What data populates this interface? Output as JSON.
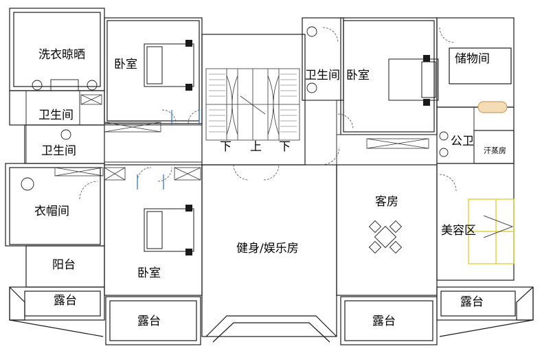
{
  "rooms": {
    "laundry": "洗衣晾晒",
    "bedroom_nw": "卧室",
    "bath_1": "卫生间",
    "bath_2": "卫生间",
    "bath_3": "卫生间",
    "bedroom_ne": "卧室",
    "storage": "储物间",
    "public_bath": "公卫",
    "sauna": "汗蒸房",
    "cloakroom": "衣帽间",
    "guest_room": "客房",
    "gym": "健身/娱乐房",
    "beauty": "美容区",
    "balcony": "阳台",
    "bedroom_sw": "卧室",
    "terrace_1": "露台",
    "terrace_2": "露台",
    "terrace_3": "露台",
    "terrace_4": "露台"
  },
  "stairs": {
    "down_left": "下",
    "up": "上",
    "down_right": "下"
  },
  "colors": {
    "wall": "#1a1a1a",
    "line": "#333333",
    "door_window": "#2a6cc7",
    "bathtub": "#c58a45",
    "beauty_frame": "#d8cc1a",
    "background": "#ffffff"
  }
}
